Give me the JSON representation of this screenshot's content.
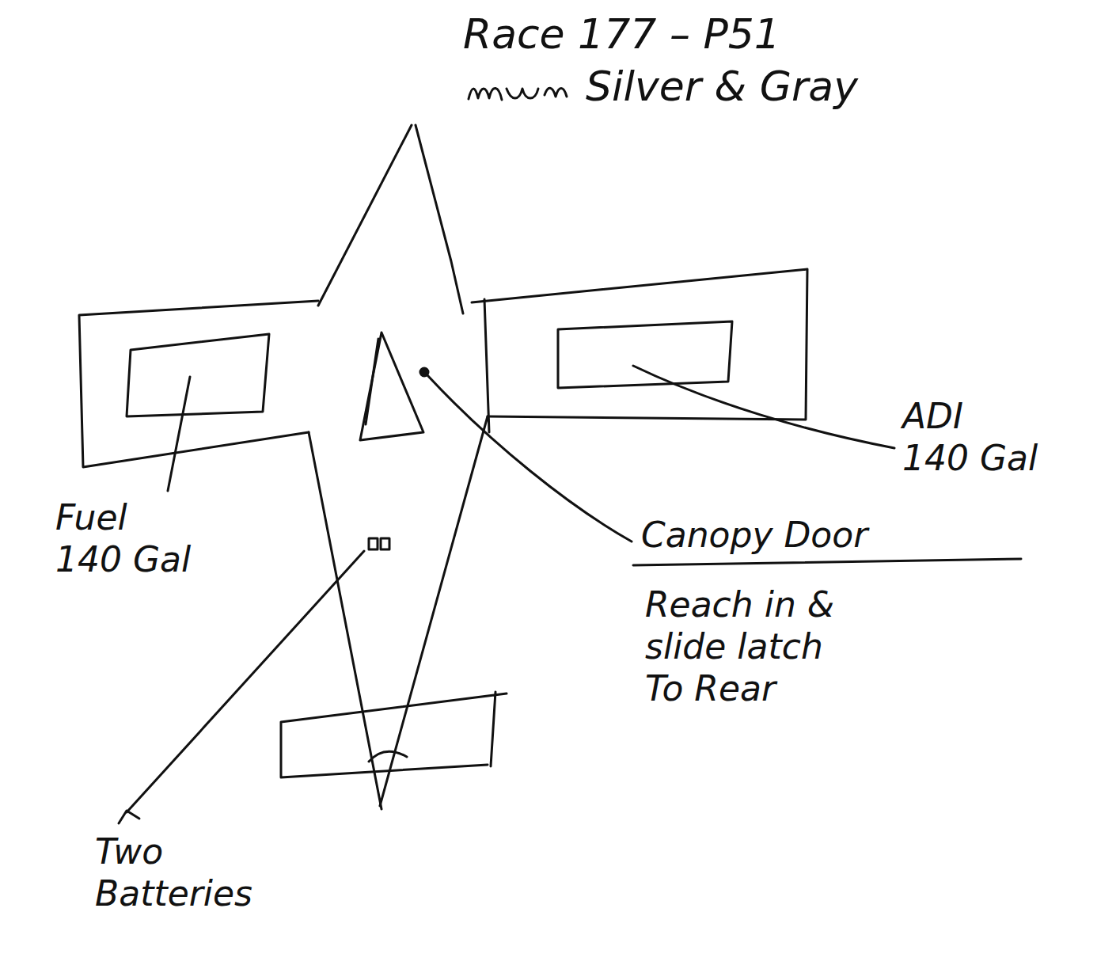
{
  "diagram": {
    "title": "Race 177 – P51",
    "labels": [
      "Silver & Gray",
      "Fuel 140 Gal",
      "ADI 140 Gal",
      "Canopy Door",
      "Reach in & slide latch To Rear",
      "Two Batteries"
    ]
  }
}
